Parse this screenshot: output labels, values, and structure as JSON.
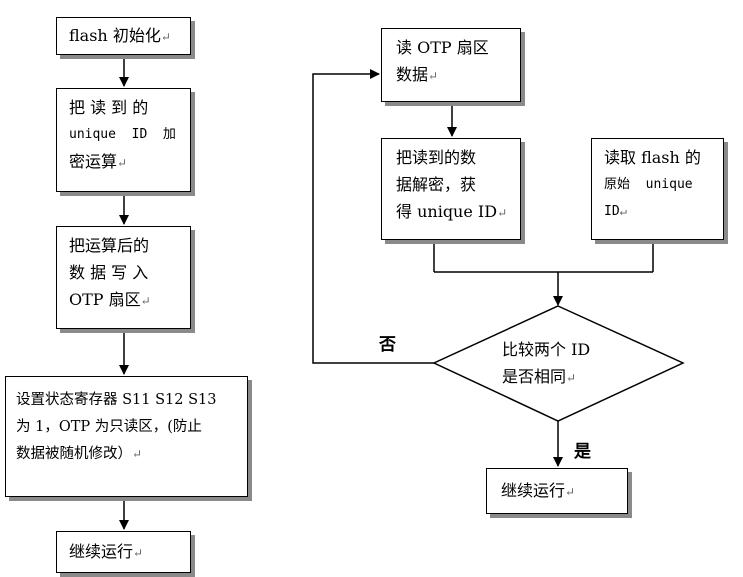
{
  "left": {
    "b1": {
      "line1": "flash 初始化"
    },
    "b2": {
      "line1": "把 读 到 的",
      "line2": "unique  ID  加",
      "line3": "密运算"
    },
    "b3": {
      "line1": "把运算后的",
      "line2": "数 据 写 入",
      "line3": "OTP 扇区"
    },
    "b4": {
      "line1": "设置状态寄存器 S11 S12 S13",
      "line2": "为 1，OTP 为只读区，(防止",
      "line3": "数据被随机修改）"
    },
    "b5": {
      "line1": "继续运行"
    }
  },
  "right": {
    "r1": {
      "line1": "读 OTP 扇区",
      "line2": "数据"
    },
    "r2": {
      "line1": "把读到的数",
      "line2": "据解密，获",
      "line3": "得 unique ID"
    },
    "r3": {
      "line1": "读取 flash 的",
      "line2": "原始  unique",
      "line3": "ID"
    },
    "decision": {
      "line1": "比较两个 ID",
      "line2": "是否相同"
    },
    "no_label": "否",
    "yes_label": "是",
    "r5": {
      "line1": "继续运行"
    }
  },
  "para_mark": "↵"
}
